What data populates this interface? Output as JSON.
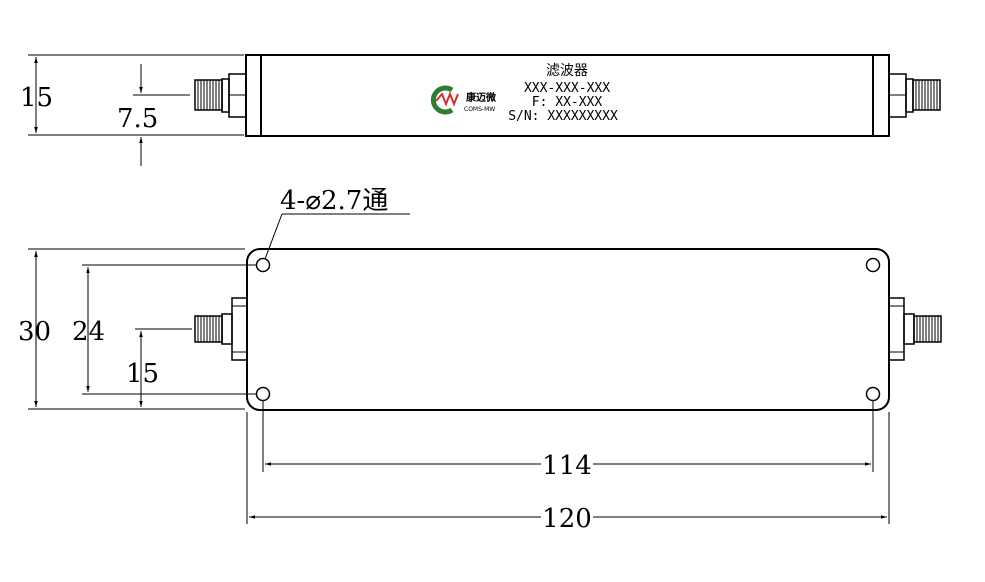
{
  "side_view": {
    "height_dim": "15",
    "connector_dim": "7.5",
    "label": {
      "name_cn": "滤波器",
      "model": "XXX-XXX-XXX",
      "freq": "F: XX-XXX",
      "serial": "S/N: XXXXXXXXX"
    },
    "logo": {
      "cn": "康迈微",
      "en": "COMS-MW"
    }
  },
  "top_view": {
    "hole_callout": "4-⌀2.7通",
    "height_dim": "30",
    "hole_pitch_dim": "24",
    "connector_dim": "15",
    "hole_span_dim": "114",
    "length_dim": "120"
  },
  "colors": {
    "line": "#000000",
    "logo_green": "#2e7d32",
    "logo_red": "#d32f2f",
    "background": "#ffffff"
  }
}
